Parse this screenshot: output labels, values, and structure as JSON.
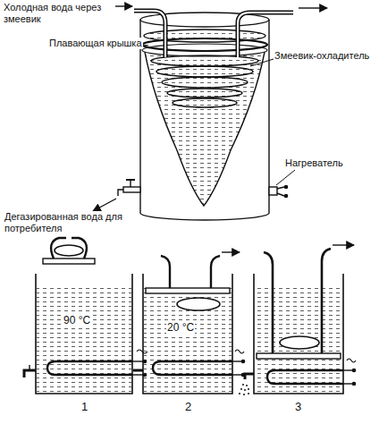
{
  "diagram": {
    "labels": [
      "Холодная вода через змеевик",
      "Плавающая крышка",
      "Змеевик-охладитель",
      "Нагреватель",
      "Дегазированная вода для потребителя",
      "90 °C",
      "20 °C",
      "1",
      "2",
      "3"
    ]
  }
}
